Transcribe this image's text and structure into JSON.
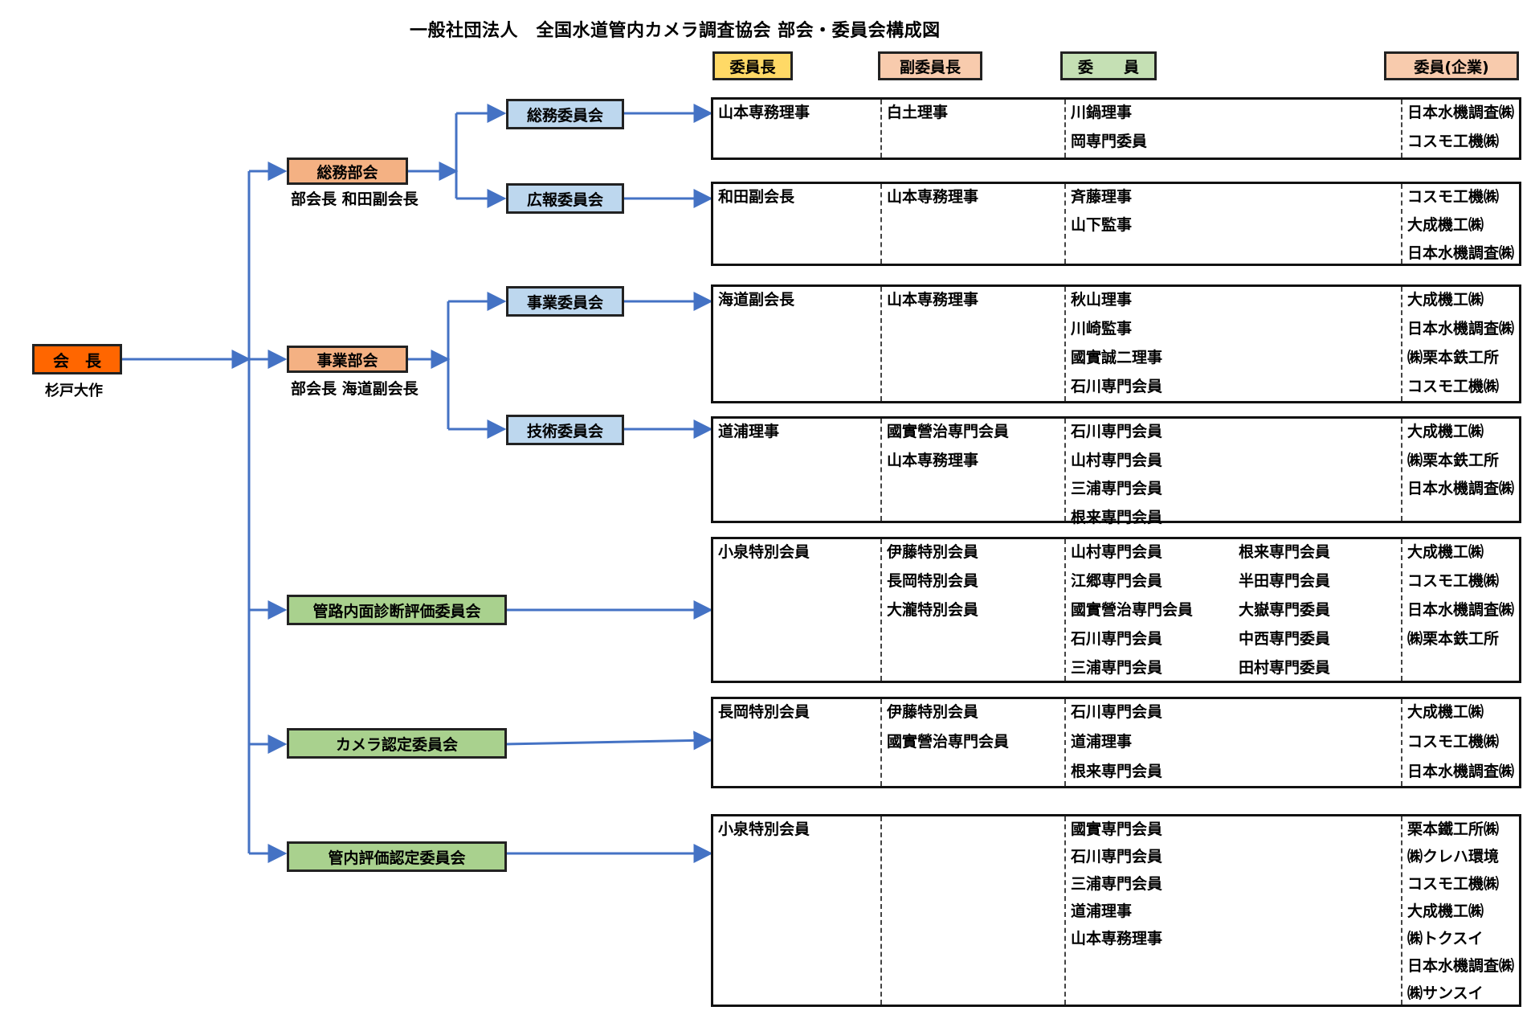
{
  "title": "一般社団法人　全国水道管内カメラ調査協会 部会・委員会構成図",
  "colors": {
    "president": "#FF6600",
    "division": "#F4B183",
    "committee_blue": "#BDD7EE",
    "committee_green": "#A9D18E",
    "header_chair": "#FFD966",
    "header_vice": "#F8CBAD",
    "header_member": "#C5E0B4",
    "header_corp": "#F8CBAD",
    "connector": "#4472C4"
  },
  "headers": {
    "chair": "委員長",
    "vice": "副委員長",
    "member": "委　　員",
    "corp": "委員(企業)"
  },
  "president": {
    "label": "会　長",
    "name": "杉戸大作"
  },
  "divisions": [
    {
      "label": "総務部会",
      "sub": "部会長 和田副会長"
    },
    {
      "label": "事業部会",
      "sub": "部会長 海道副会長"
    }
  ],
  "committees": [
    {
      "label": "総務委員会",
      "chair": [
        "山本専務理事"
      ],
      "vice": [
        "白土理事"
      ],
      "members": [
        "川鍋理事",
        "岡専門委員"
      ],
      "members2": [],
      "corp": [
        "日本水機調査㈱",
        "コスモ工機㈱"
      ]
    },
    {
      "label": "広報委員会",
      "chair": [
        "和田副会長"
      ],
      "vice": [
        "山本専務理事"
      ],
      "members": [
        "斉藤理事",
        "山下監事"
      ],
      "members2": [],
      "corp": [
        "コスモ工機㈱",
        "大成機工㈱",
        "日本水機調査㈱"
      ]
    },
    {
      "label": "事業委員会",
      "chair": [
        "海道副会長"
      ],
      "vice": [
        "山本専務理事"
      ],
      "members": [
        "秋山理事",
        "川崎監事",
        "國實誠二理事",
        "石川専門会員"
      ],
      "members2": [],
      "corp": [
        "大成機工㈱",
        "日本水機調査㈱",
        "㈱栗本鉄工所",
        "コスモ工機㈱"
      ]
    },
    {
      "label": "技術委員会",
      "chair": [
        "道浦理事"
      ],
      "vice": [
        "國實營治専門会員",
        "山本専務理事"
      ],
      "members": [
        "石川専門会員",
        "山村専門会員",
        "三浦専門会員",
        "根来専門会員"
      ],
      "members2": [],
      "corp": [
        "大成機工㈱",
        "㈱栗本鉄工所",
        "日本水機調査㈱"
      ]
    },
    {
      "label": "管路内面診断評価委員会",
      "chair": [
        "小泉特別会員"
      ],
      "vice": [
        "伊藤特別会員",
        "長岡特別会員",
        "大瀧特別会員"
      ],
      "members": [
        "山村専門会員",
        "江郷専門会員",
        "國實營治専門会員",
        "石川専門会員",
        "三浦専門会員"
      ],
      "members2": [
        "根来専門会員",
        "半田専門会員",
        "大嶽専門委員",
        "中西専門委員",
        "田村専門委員"
      ],
      "corp": [
        "大成機工㈱",
        "コスモ工機㈱",
        "日本水機調査㈱",
        "㈱栗本鉄工所"
      ]
    },
    {
      "label": "カメラ認定委員会",
      "chair": [
        "長岡特別会員"
      ],
      "vice": [
        "伊藤特別会員",
        "國實營治専門会員"
      ],
      "members": [
        "石川専門会員",
        "道浦理事",
        "根来専門会員"
      ],
      "members2": [],
      "corp": [
        "大成機工㈱",
        "コスモ工機㈱",
        "日本水機調査㈱"
      ]
    },
    {
      "label": "管内評価認定委員会",
      "chair": [
        "小泉特別会員"
      ],
      "vice": [],
      "members": [
        "國實専門会員",
        "石川専門会員",
        "三浦専門会員",
        "道浦理事",
        "山本専務理事"
      ],
      "members2": [],
      "corp": [
        "栗本鐵工所㈱",
        "㈱クレハ環境",
        "コスモ工機㈱",
        "大成機工㈱",
        "㈱トクスイ",
        "日本水機調査㈱",
        "㈱サンスイ"
      ]
    }
  ]
}
